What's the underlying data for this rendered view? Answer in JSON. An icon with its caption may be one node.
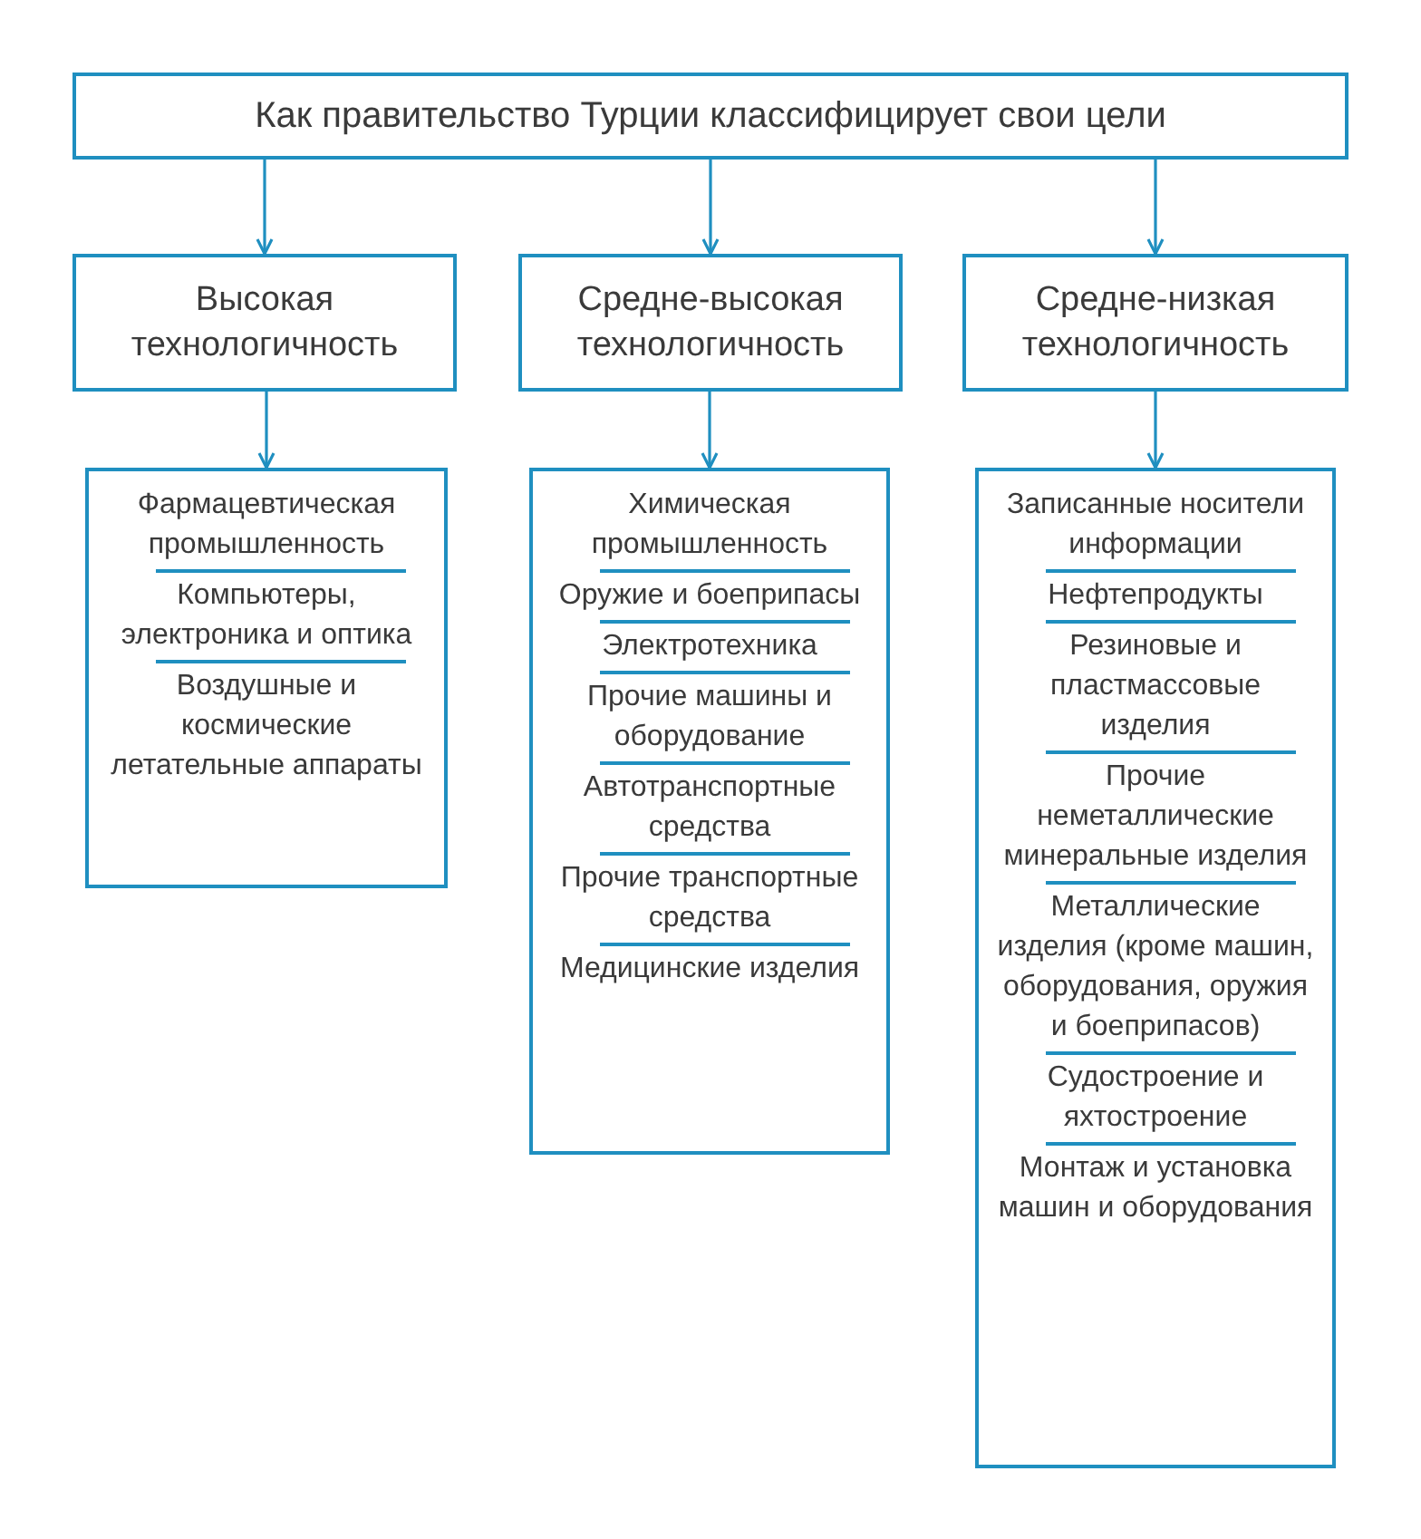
{
  "diagram": {
    "nodes": [
      {
        "text": [
          "Как правительство Турции классифицирует свои цели"
        ]
      },
      {
        "text": [
          "Высокая технологичность"
        ]
      },
      {
        "text": [
          "Средне-высокая технологичность"
        ]
      },
      {
        "text": [
          "Средне-низкая технологичность"
        ]
      },
      {
        "text": [
          "Фармацевтическая промышленность",
          "Компьютеры, электроника и оптика",
          "Воздушные и космические летательные аппараты"
        ]
      },
      {
        "text": [
          "Химическая промышленность",
          "Оружие и боеприпасы",
          "Электротехника",
          "Прочие машины и оборудование",
          "Автотранспортные средства",
          "Прочие транспортные средства",
          "Медицинские изделия"
        ]
      },
      {
        "text": [
          "Записанные носители информации",
          "Нефтепродукты",
          "Резиновые и пластмассовые изделия",
          "Прочие неметаллические минеральные изделия",
          "Металлические изделия (кроме машин, оборудования, оружия и боеприпасов)",
          "Судостроение и яхтостроение",
          "Монтаж и установка машин и оборудования"
        ]
      }
    ],
    "edges": [
      {
        "from": 0,
        "to": 1,
        "arrow": "to"
      },
      {
        "from": 0,
        "to": 2,
        "arrow": "to"
      },
      {
        "from": 0,
        "to": 3,
        "arrow": "to"
      },
      {
        "from": 1,
        "to": 4,
        "arrow": "to"
      },
      {
        "from": 2,
        "to": 5,
        "arrow": "to"
      },
      {
        "from": 3,
        "to": 6,
        "arrow": "to"
      }
    ]
  }
}
